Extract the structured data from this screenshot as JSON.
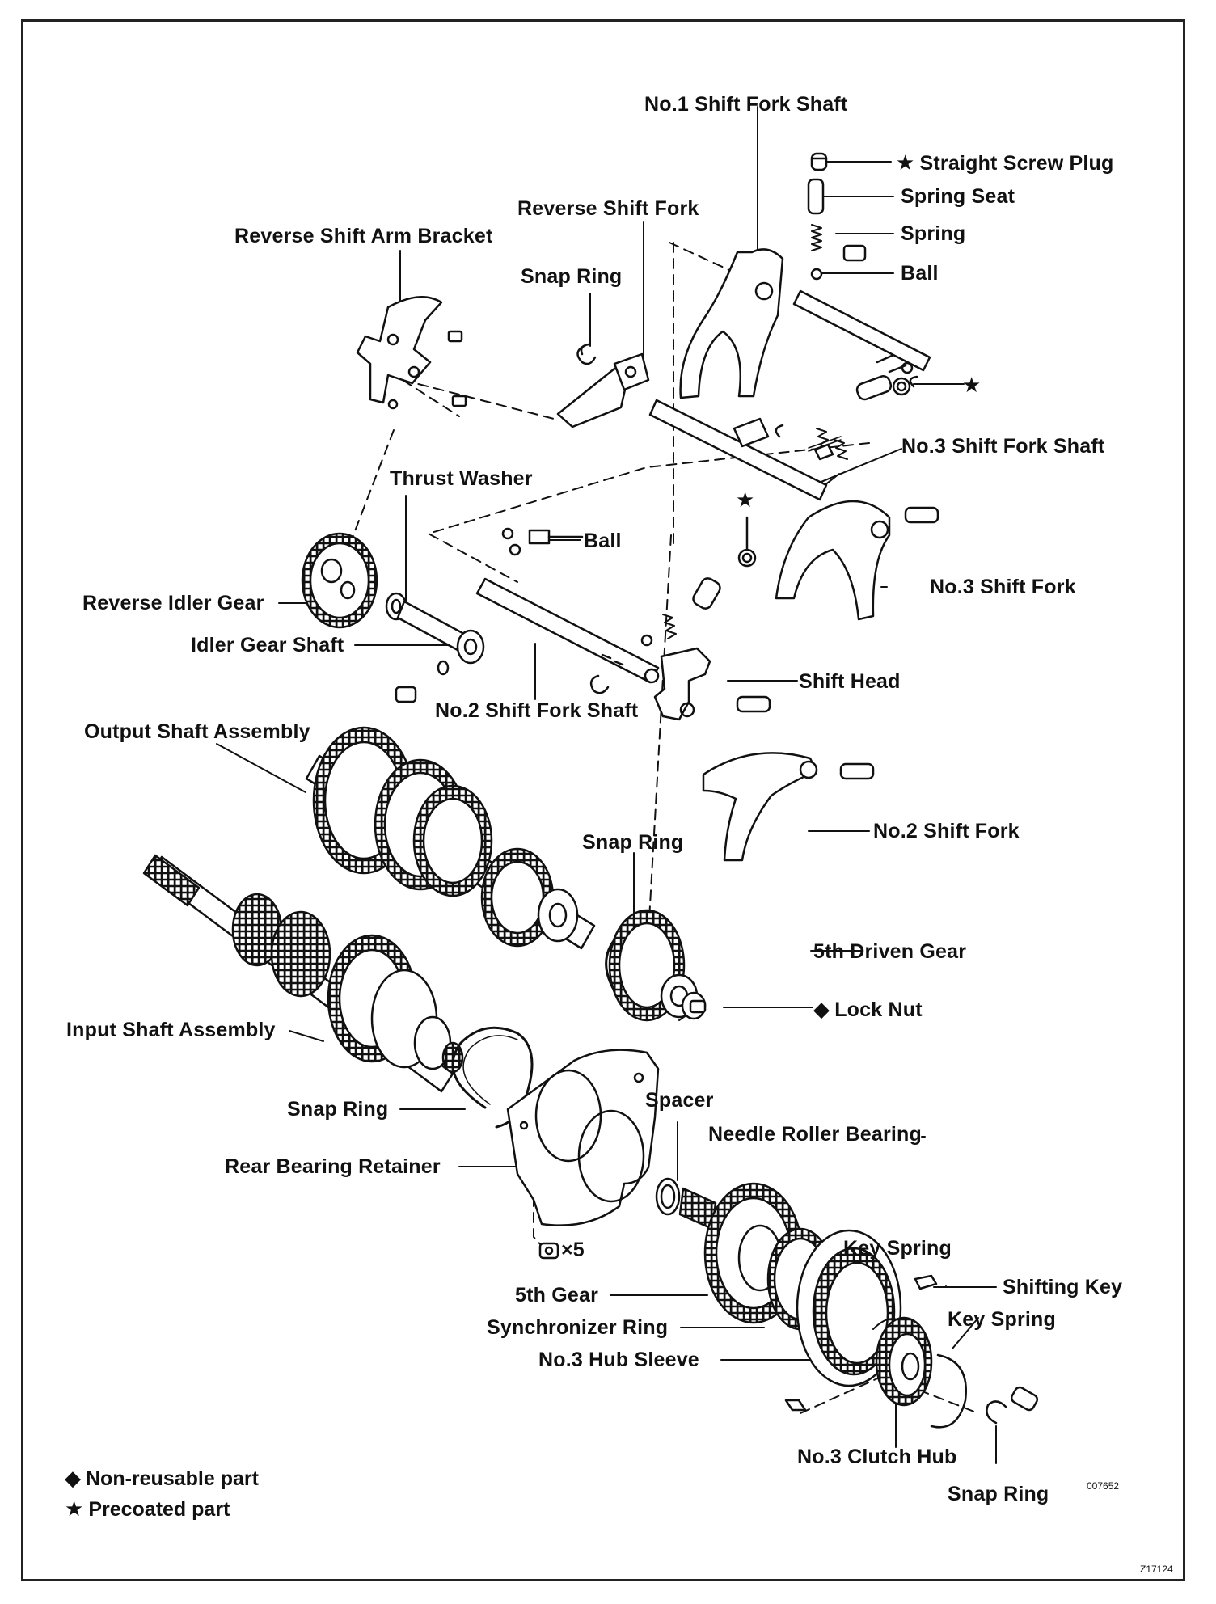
{
  "labels": {
    "no1_shift_fork_shaft": "No.1 Shift Fork Shaft",
    "straight_screw_plug": "Straight Screw Plug",
    "spring_seat": "Spring Seat",
    "spring": "Spring",
    "ball_top": "Ball",
    "reverse_shift_fork": "Reverse Shift Fork",
    "reverse_shift_arm_bracket": "Reverse Shift Arm Bracket",
    "snap_ring_top": "Snap Ring",
    "no3_shift_fork_shaft": "No.3 Shift Fork Shaft",
    "thrust_washer": "Thrust Washer",
    "ball_mid": "Ball",
    "no3_shift_fork": "No.3 Shift Fork",
    "reverse_idler_gear": "Reverse Idler Gear",
    "idler_gear_shaft": "Idler Gear Shaft",
    "shift_head": "Shift Head",
    "no2_shift_fork_shaft": "No.2 Shift Fork Shaft",
    "output_shaft_assembly": "Output Shaft Assembly",
    "no2_shift_fork": "No.2 Shift Fork",
    "snap_ring_mid": "Snap Ring",
    "fifth_driven_gear": "5th Driven Gear",
    "lock_nut": "Lock Nut",
    "input_shaft_assembly": "Input Shaft Assembly",
    "snap_ring_lower": "Snap Ring",
    "spacer": "Spacer",
    "rear_bearing_retainer": "Rear Bearing Retainer",
    "needle_roller_bearing": "Needle Roller Bearing",
    "bolt_count": "×5",
    "key_spring_top": "Key Spring",
    "fifth_gear": "5th Gear",
    "shifting_key": "Shifting Key",
    "synchronizer_ring": "Synchronizer Ring",
    "key_spring_lower": "Key Spring",
    "no3_hub_sleeve": "No.3 Hub Sleeve",
    "no3_clutch_hub": "No.3 Clutch Hub",
    "snap_ring_bottom": "Snap Ring"
  },
  "symbols": {
    "star": "★",
    "diamond": "◆"
  },
  "legend": {
    "non_reusable": "Non-reusable part",
    "precoated": "Precoated part"
  },
  "codes": {
    "figure_code": "007652",
    "page_code": "Z17124"
  }
}
